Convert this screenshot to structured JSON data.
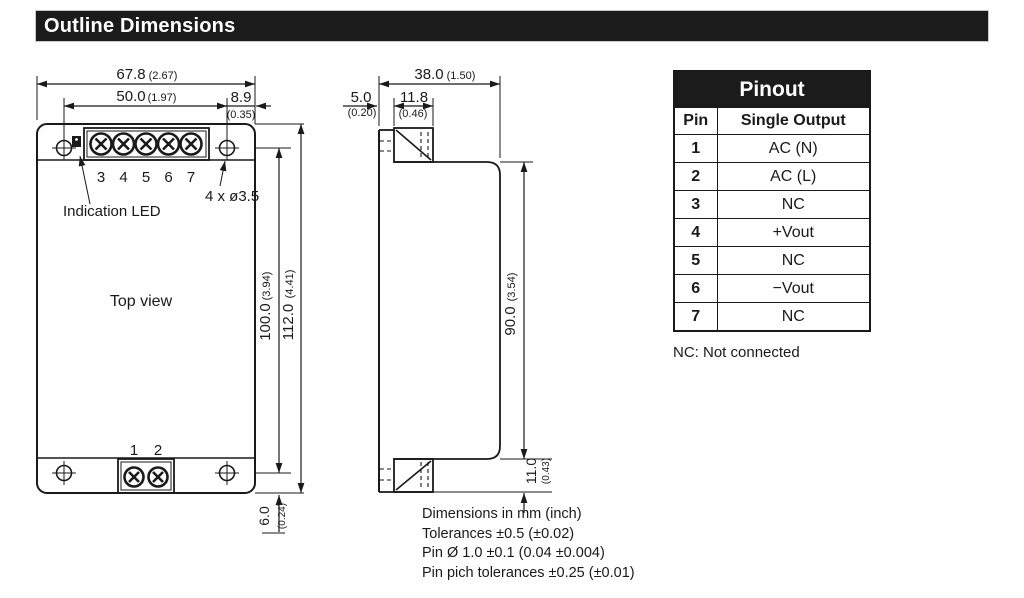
{
  "title": "Outline Dimensions",
  "top_view": {
    "label": "Top view",
    "led_label": "Indication LED",
    "holes_label": "4 x ø3.5",
    "top_terminals": [
      "3",
      "4",
      "5",
      "6",
      "7"
    ],
    "bottom_terminals": [
      "1",
      "2"
    ],
    "dims": {
      "width": {
        "mm": "67.8",
        "inch": "(2.67)"
      },
      "hole_span": {
        "mm": "50.0",
        "inch": "(1.97)"
      },
      "edge_offset": {
        "mm": "8.9",
        "inch": "(0.35)"
      },
      "hole_span_v": {
        "mm": "100.0",
        "inch": "(3.94)"
      },
      "height": {
        "mm": "112.0",
        "inch": "(4.41)"
      },
      "flange": {
        "mm": "6.0",
        "inch": "(0.24)"
      }
    }
  },
  "side_view": {
    "dims": {
      "depth": {
        "mm": "38.0",
        "inch": "(1.50)"
      },
      "flange_thickness": {
        "mm": "5.0",
        "inch": "(0.20)"
      },
      "terminal_depth": {
        "mm": "11.8",
        "inch": "(0.46)"
      },
      "body_height": {
        "mm": "90.0",
        "inch": "(3.54)"
      },
      "terminal_height": {
        "mm": "11.0",
        "inch": "(0.43)"
      }
    }
  },
  "notes": [
    "Dimensions in mm (inch)",
    "Tolerances ±0.5 (±0.02)",
    "Pin Ø 1.0 ±0.1 (0.04 ±0.004)",
    "Pin pich tolerances ±0.25 (±0.01)"
  ],
  "pinout": {
    "title": "Pinout",
    "columns": [
      "Pin",
      "Single Output"
    ],
    "rows": [
      [
        "1",
        "AC (N)"
      ],
      [
        "2",
        "AC (L)"
      ],
      [
        "3",
        "NC"
      ],
      [
        "4",
        "+Vout"
      ],
      [
        "5",
        "NC"
      ],
      [
        "6",
        "−Vout"
      ],
      [
        "7",
        "NC"
      ]
    ],
    "footnote": "NC: Not connected"
  },
  "colors": {
    "ink": "#1a1a1a",
    "bar": "#1b1b1b"
  }
}
